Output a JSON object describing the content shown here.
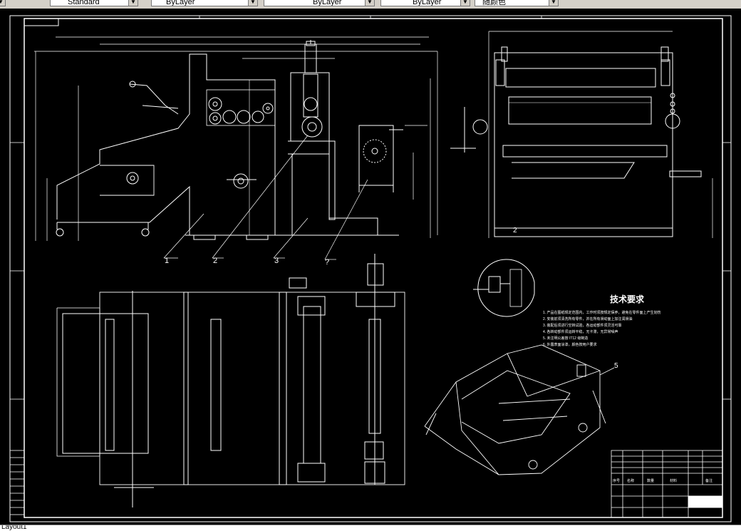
{
  "toolbar": {
    "style_value": "Standard",
    "layer_value": "ByLayer",
    "linetype_value": "ByLayer",
    "lineweight_value": "ByLayer",
    "color_value": "随颜色"
  },
  "drawing": {
    "balloons": [
      "1",
      "2",
      "3",
      "?",
      "5",
      "2"
    ],
    "tech_title": "技术要求",
    "tech_notes": [
      "1. 产品在图纸规定范围内，工作时须按规定保养，避免在零件面上产生划伤",
      "2. 安装前须清洗所有零件，并在所有滑动面上加注润滑油",
      "3. 装配后须进行空转试验，各运动部件须灵活可靠",
      "4. 各转动部件须运转平稳，无卡滞，无异常噪声",
      "5. 未注明公差按 IT12 级制造",
      "6. 外露表面涂漆，颜色按用户要求"
    ],
    "title_block_labels": [
      "序号",
      "名称",
      "数量",
      "材料",
      "备注"
    ]
  },
  "statusbar": {
    "layout_tab": "Layout1"
  }
}
